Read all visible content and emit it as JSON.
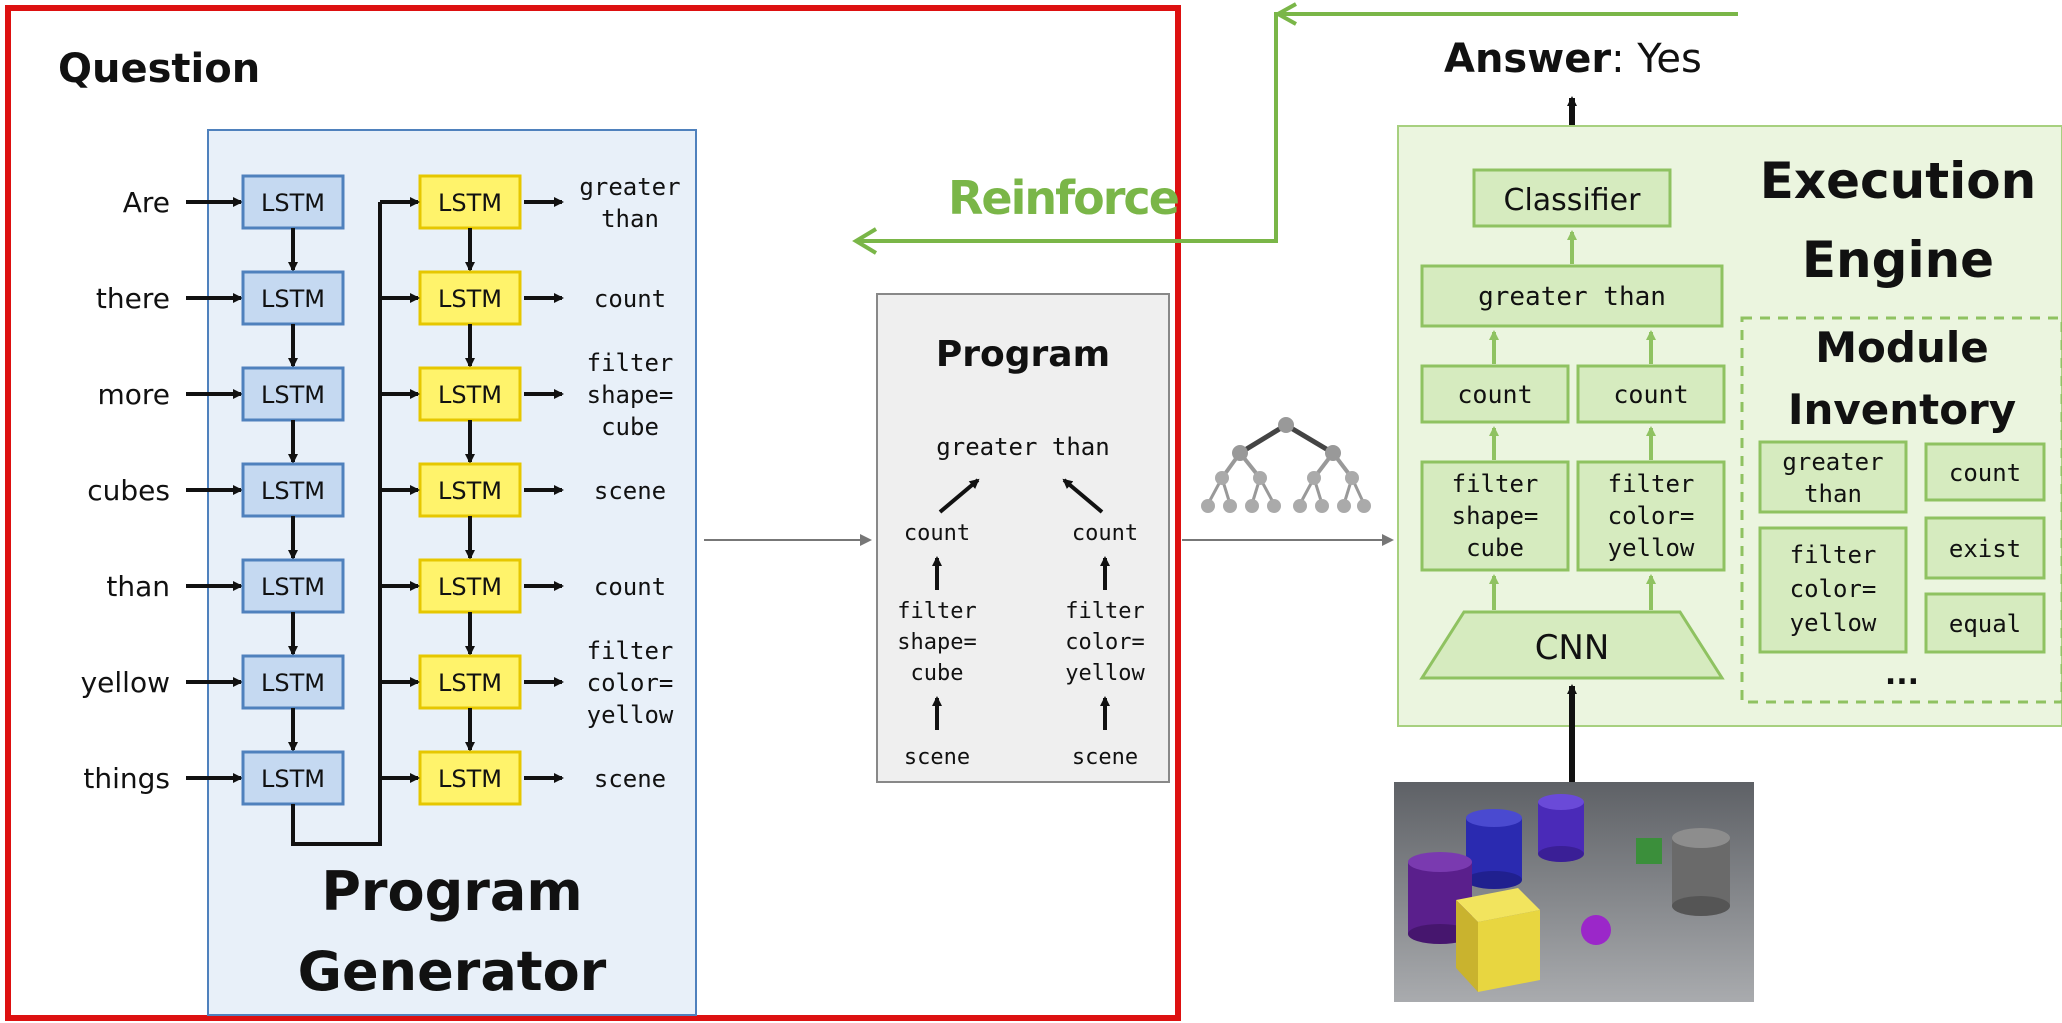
{
  "question_title": "Question",
  "reinforce_label": "Reinforce",
  "program_generator": {
    "title_line1": "Program",
    "title_line2": "Generator",
    "encoder_label": "LSTM",
    "decoder_label": "LSTM",
    "question_words": [
      "Are",
      "there",
      "more",
      "cubes",
      "than",
      "yellow",
      "things"
    ],
    "output_tokens": [
      [
        "greater",
        "than"
      ],
      [
        "count"
      ],
      [
        "filter",
        "shape=",
        "cube"
      ],
      [
        "scene"
      ],
      [
        "count"
      ],
      [
        "filter",
        "color=",
        "yellow"
      ],
      [
        "scene"
      ]
    ]
  },
  "program": {
    "title": "Program",
    "root": "greater than",
    "left_count": "count",
    "right_count": "count",
    "left_filter": [
      "filter",
      "shape=",
      "cube"
    ],
    "right_filter": [
      "filter",
      "color=",
      "yellow"
    ],
    "left_scene": "scene",
    "right_scene": "scene"
  },
  "answer": {
    "label": "Answer",
    "value": ": Yes"
  },
  "execution_engine": {
    "title_line1": "Execution",
    "title_line2": "Engine",
    "classifier": "Classifier",
    "greater_than": "greater than",
    "count_left": "count",
    "count_right": "count",
    "filter_left": [
      "filter",
      "shape=",
      "cube"
    ],
    "filter_right": [
      "filter",
      "color=",
      "yellow"
    ],
    "cnn": "CNN"
  },
  "module_inventory": {
    "title_line1": "Module",
    "title_line2": "Inventory",
    "greater_than": [
      "greater",
      "than"
    ],
    "count": "count",
    "filter": [
      "filter",
      "color=",
      "yellow"
    ],
    "exist": "exist",
    "equal": "equal",
    "ellipsis": "..."
  },
  "colors": {
    "red_frame": "#dd1111",
    "blue_panel": "#e8f0f9",
    "blue_box": "#c5d9f1",
    "blue_border": "#4f81bd",
    "yellow_box": "#fff36b",
    "yellow_border": "#e6c700",
    "green_panel": "#ebf5df",
    "green_box": "#d6ebbf",
    "green_border": "#8fc261",
    "green_arrow": "#7ab648",
    "gray_panel": "#efefef"
  }
}
